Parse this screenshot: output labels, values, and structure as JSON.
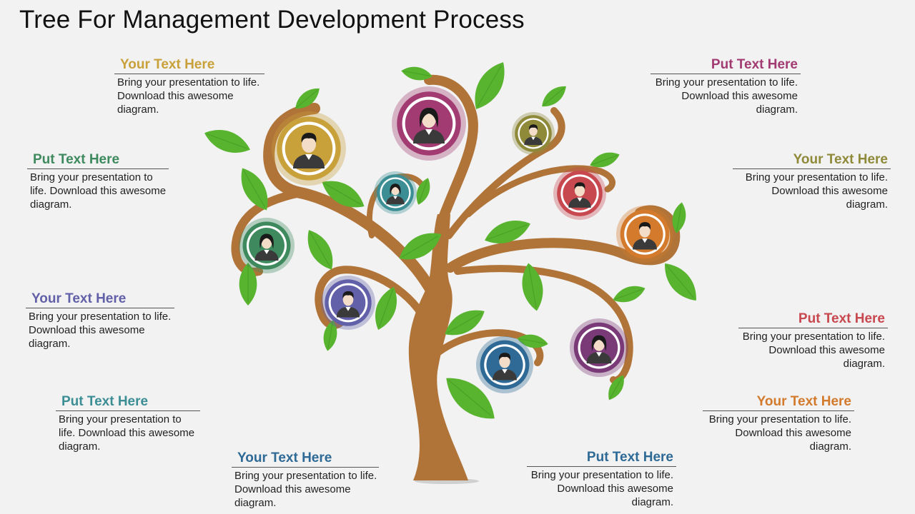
{
  "title": "Tree For Management Development Process",
  "blocks": [
    {
      "heading": "Your  Text Here",
      "body": "Bring your presentation to life. Download this awesome diagram.",
      "color": "#c9a13b"
    },
    {
      "heading": "Put Text Here",
      "body": "Bring your presentation to life. Download this awesome diagram.",
      "color": "#a23b72"
    },
    {
      "heading": "Put Text Here",
      "body": "Bring your presentation to life. Download this awesome diagram.",
      "color": "#3e8a5e"
    },
    {
      "heading": "Your  Text Here",
      "body": "Bring your presentation to life. Download this awesome diagram.",
      "color": "#8f8a3a"
    },
    {
      "heading": "Your  Text Here",
      "body": "Bring your presentation to life. Download this awesome diagram.",
      "color": "#6160a8"
    },
    {
      "heading": "Put Text Here",
      "body": "Bring your presentation to life. Download this awesome diagram.",
      "color": "#c8484f"
    },
    {
      "heading": "Put Text Here",
      "body": "Bring your presentation to life. Download this awesome diagram.",
      "color": "#3c8e95"
    },
    {
      "heading": "Your  Text Here",
      "body": "Bring your presentation to life. Download this awesome diagram.",
      "color": "#d37a2c"
    },
    {
      "heading": "Your  Text Here",
      "body": "Bring your presentation to life. Download this awesome diagram.",
      "color": "#2f6a96"
    },
    {
      "heading": "Put Text Here",
      "body": "Bring your presentation to life. Download this awesome diagram.",
      "color": "#2f6a96"
    }
  ],
  "circles": [
    {
      "color": "#c9a13b",
      "gender": "male"
    },
    {
      "color": "#a23b72",
      "gender": "female"
    },
    {
      "color": "#8f8a3a",
      "gender": "male"
    },
    {
      "color": "#3c8e95",
      "gender": "female"
    },
    {
      "color": "#c8484f",
      "gender": "male"
    },
    {
      "color": "#d37a2c",
      "gender": "male"
    },
    {
      "color": "#3e8a5e",
      "gender": "female"
    },
    {
      "color": "#6160a8",
      "gender": "male"
    },
    {
      "color": "#7a3a78",
      "gender": "female"
    },
    {
      "color": "#2f6a96",
      "gender": "male"
    }
  ],
  "colors": {
    "trunk": "#b07338",
    "leaf": "#58b32f",
    "leaf_dark": "#3f8f1f"
  }
}
